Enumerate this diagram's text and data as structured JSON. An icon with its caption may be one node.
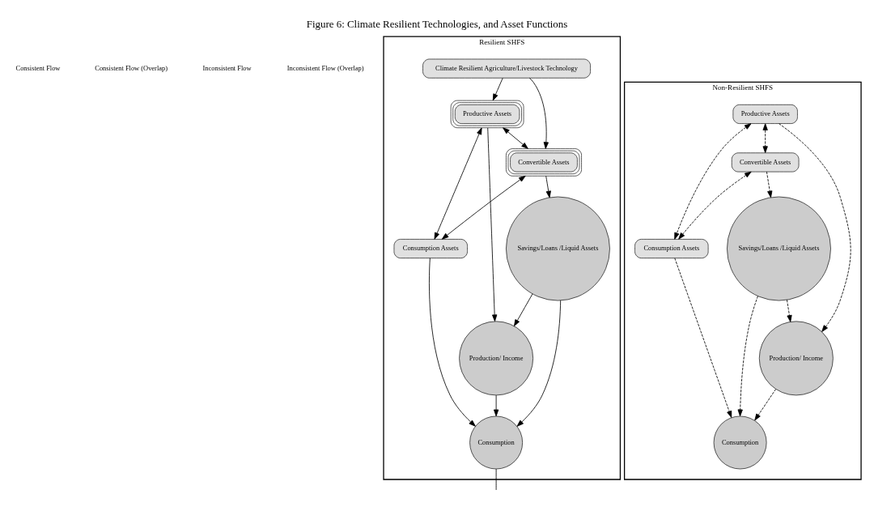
{
  "diagram": {
    "title": "Figure 6: Climate Resilient Technologies, and Asset Functions",
    "nodes": [
      {
        "text": [
          "Resilient SHFS"
        ]
      },
      {
        "text": [
          "Climate Resilient Agriculture/Livestock Technology"
        ],
        "in": 0
      },
      {
        "text": [
          "Productive Assets"
        ],
        "in": 0
      },
      {
        "text": [
          "Convertible Assets"
        ],
        "in": 0
      },
      {
        "text": [
          "Savings/Loans /Liquid Assets"
        ],
        "in": 0
      },
      {
        "text": [
          "Consumption Assets"
        ],
        "in": 0
      },
      {
        "text": [
          "Consumption"
        ],
        "in": 0
      },
      {
        "text": [
          "Production/ Income"
        ],
        "in": 0
      },
      {
        "text": [
          "Non-Resilient SHFS"
        ]
      },
      {
        "text": [
          "Productive Assets"
        ],
        "in": 8
      },
      {
        "text": [
          "Convertible Assets"
        ],
        "in": 8
      },
      {
        "text": [
          "Savings/Loans /Liquid Assets"
        ],
        "in": 8
      },
      {
        "text": [
          "Consumption Assets"
        ],
        "in": 8
      },
      {
        "text": [
          "Consumption"
        ],
        "in": 8
      },
      {
        "text": [
          "Production/ Income"
        ],
        "in": 8
      }
    ],
    "edges": [
      {
        "from": 1,
        "to": 2,
        "arrow": "to"
      },
      {
        "from": 1,
        "to": 3,
        "arrow": "to"
      },
      {
        "from": 2,
        "to": 3,
        "arrow": "both"
      },
      {
        "from": 2,
        "to": 5,
        "arrow": "both"
      },
      {
        "from": 3,
        "to": 5,
        "arrow": "both"
      },
      {
        "from": 2,
        "to": 7,
        "arrow": "to"
      },
      {
        "from": 3,
        "to": 4,
        "arrow": "to"
      },
      {
        "from": 4,
        "to": 6,
        "arrow": "to"
      },
      {
        "from": 4,
        "to": 7,
        "arrow": "to"
      },
      {
        "from": 5,
        "to": 6,
        "arrow": "to"
      },
      {
        "from": 7,
        "to": 6,
        "arrow": "to"
      },
      {
        "from": 6,
        "to": null,
        "arrow": "none"
      },
      {
        "from": 9,
        "to": 10,
        "arrow": "both",
        "style": "dashed"
      },
      {
        "from": 9,
        "to": 12,
        "arrow": "both",
        "style": "dashed"
      },
      {
        "from": 10,
        "to": 12,
        "arrow": "both",
        "style": "dashed"
      },
      {
        "from": 9,
        "to": 14,
        "arrow": "to",
        "style": "dashed"
      },
      {
        "from": 10,
        "to": 11,
        "arrow": "to",
        "style": "dashed"
      },
      {
        "from": 11,
        "to": 13,
        "arrow": "to",
        "style": "dashed"
      },
      {
        "from": 11,
        "to": 14,
        "arrow": "to",
        "style": "dashed"
      },
      {
        "from": 12,
        "to": 13,
        "arrow": "to",
        "style": "dashed"
      },
      {
        "from": 14,
        "to": 13,
        "arrow": "to",
        "style": "dashed"
      }
    ],
    "legend": [
      {
        "text": "Consistent Flow"
      },
      {
        "text": "Consistent Flow (Overlap)"
      },
      {
        "text": "Inconsistent Flow"
      },
      {
        "text": "Inconsistent Flow (Overlap)"
      }
    ]
  }
}
